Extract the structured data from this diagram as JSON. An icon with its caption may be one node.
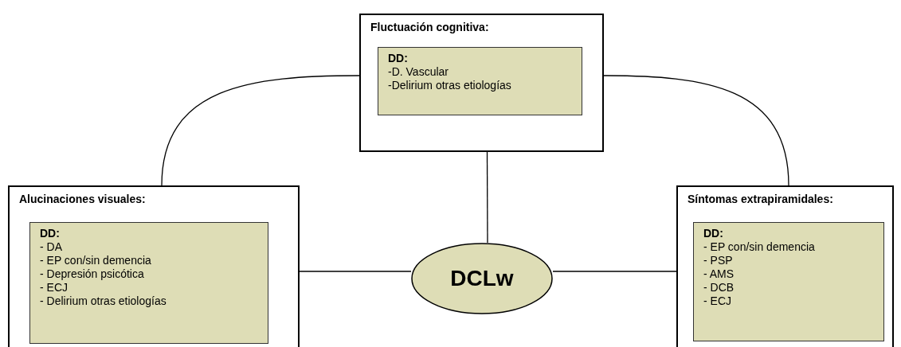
{
  "diagram": {
    "nodes": [
      {
        "text": [
          "Fluctuación cognitiva:"
        ]
      },
      {
        "text": [
          "DD:",
          "-D. Vascular",
          "-Delirium otras etiologías"
        ],
        "in": 0
      },
      {
        "text": [
          "Alucinaciones visuales:"
        ]
      },
      {
        "text": [
          "DD:",
          "- DA",
          "- EP con/sin demencia",
          "- Depresión psicótica",
          "- ECJ",
          "- Delirium otras etiologías"
        ],
        "in": 2
      },
      {
        "text": [
          "DCLw"
        ]
      },
      {
        "text": [
          "Síntomas extrapiramidales:"
        ]
      },
      {
        "text": [
          "DD:",
          "- EP con/sin demencia",
          "- PSP",
          "- AMS",
          "- DCB",
          "- ECJ"
        ],
        "in": 5
      }
    ],
    "edges": [
      {
        "from": 0,
        "to": 4,
        "arrow": "none"
      },
      {
        "from": 2,
        "to": 4,
        "arrow": "none"
      },
      {
        "from": 4,
        "to": 5,
        "arrow": "none"
      },
      {
        "from": 0,
        "to": 2,
        "arrow": "none"
      },
      {
        "from": 0,
        "to": 5,
        "arrow": "none"
      }
    ]
  }
}
